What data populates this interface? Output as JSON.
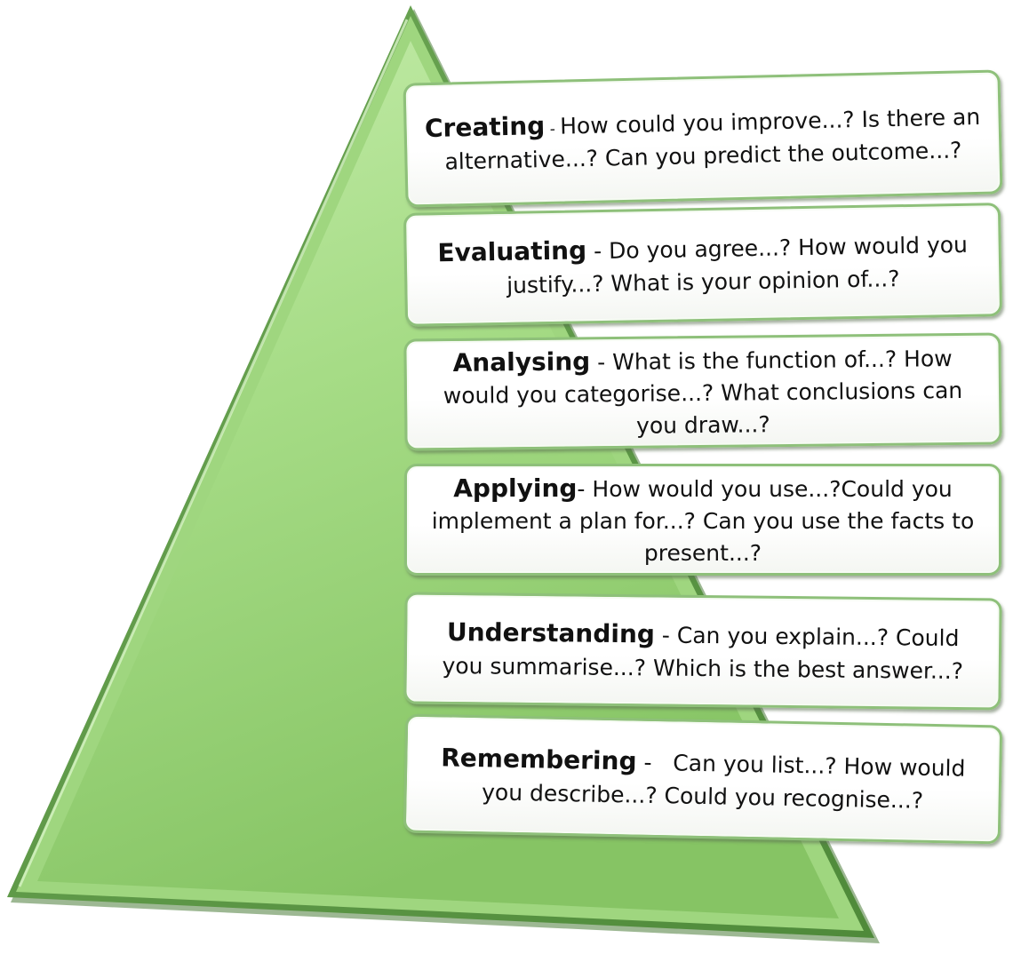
{
  "colors": {
    "pyramid_light": "#bfe8a4",
    "pyramid_mid": "#8fcb6d",
    "pyramid_dark": "#5e9a46",
    "box_border": "#8ec07a",
    "text": "#111111"
  },
  "levels": [
    {
      "name": "Creating",
      "separator": " - ",
      "questions": "How could you improve...? Is there an alternative...? Can you predict the outcome...?"
    },
    {
      "name": "Evaluating",
      "separator": " - ",
      "questions": "Do you agree...? How would you justify...? What is your opinion of...?"
    },
    {
      "name": "Analysing",
      "separator": " - ",
      "questions": "What is the function of...? How would you categorise...? What conclusions can you draw...?"
    },
    {
      "name": "Applying",
      "separator": "- ",
      "questions": "How would you use...?Could you implement a plan for...? Can you use the facts  to present...?"
    },
    {
      "name": "Understanding",
      "separator": " - ",
      "questions": "Can you explain...? Could you summarise...? Which is the best answer...?"
    },
    {
      "name": "Remembering",
      "separator": " -   ",
      "questions": "Can you list...? How would you describe...? Could you recognise...?"
    }
  ]
}
